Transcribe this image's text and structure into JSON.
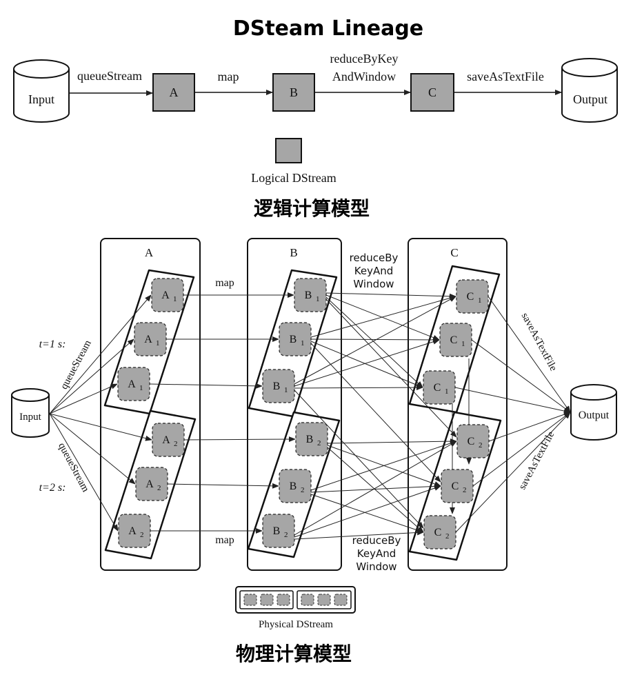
{
  "title": "DSteam Lineage",
  "logical": {
    "section_title": "逻辑计算模型",
    "input_label": "Input",
    "output_label": "Output",
    "nodes": [
      "A",
      "B",
      "C"
    ],
    "edge_labels": {
      "input_to_a": "queueStream",
      "a_to_b": "map",
      "b_to_c_line1": "reduceByKey",
      "b_to_c_line2": "AndWindow",
      "c_to_output": "saveAsTextFile"
    },
    "legend_label": "Logical DStream"
  },
  "physical": {
    "section_title": "物理计算模型",
    "input_label": "Input",
    "output_label": "Output",
    "column_labels": [
      "A",
      "B",
      "C"
    ],
    "time_labels": {
      "t1": "t=1 s:",
      "t2": "t=2 s:"
    },
    "queue_labels": {
      "top": "queueStream",
      "bottom": "queueStream"
    },
    "map_label": "map",
    "reduce_label_lines": [
      "reduceBy",
      "KeyAnd",
      "Window"
    ],
    "save_label": "saveAsTextFile",
    "node_base": {
      "A": "A",
      "B": "B",
      "C": "C"
    },
    "subscripts": {
      "batch1": "1",
      "batch2": "2"
    },
    "legend_label": "Physical DStream"
  }
}
